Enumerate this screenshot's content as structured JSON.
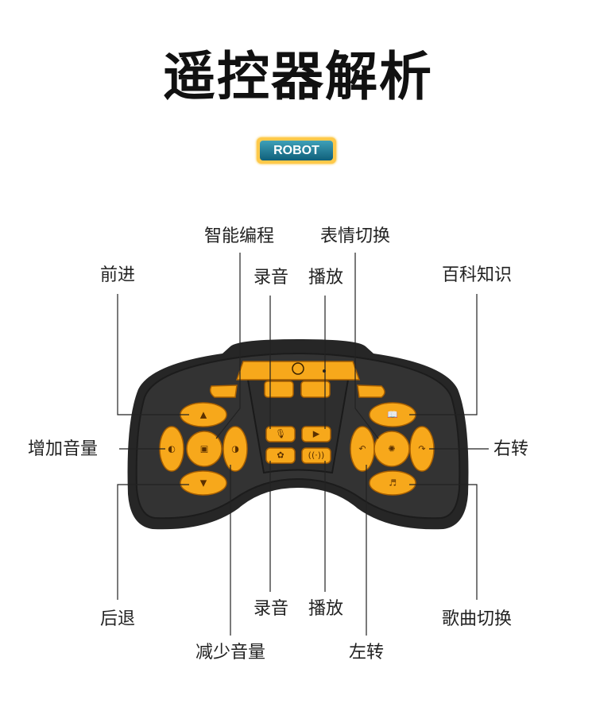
{
  "title": "遥控器解析",
  "badge": "ROBOT",
  "labels": {
    "programming": "智能编程",
    "expression_switch": "表情切换",
    "forward": "前进",
    "record_top": "录音",
    "play_top": "播放",
    "encyclopedia": "百科知识",
    "volume_up": "增加音量",
    "turn_right": "右转",
    "backward": "后退",
    "volume_down": "减少音量",
    "record_bottom": "录音",
    "play_bottom": "播放",
    "turn_left": "左转",
    "song_switch": "歌曲切换"
  },
  "colors": {
    "button": "#f7a81b",
    "body": "#2b2b2b",
    "badge": "#1a7390"
  }
}
